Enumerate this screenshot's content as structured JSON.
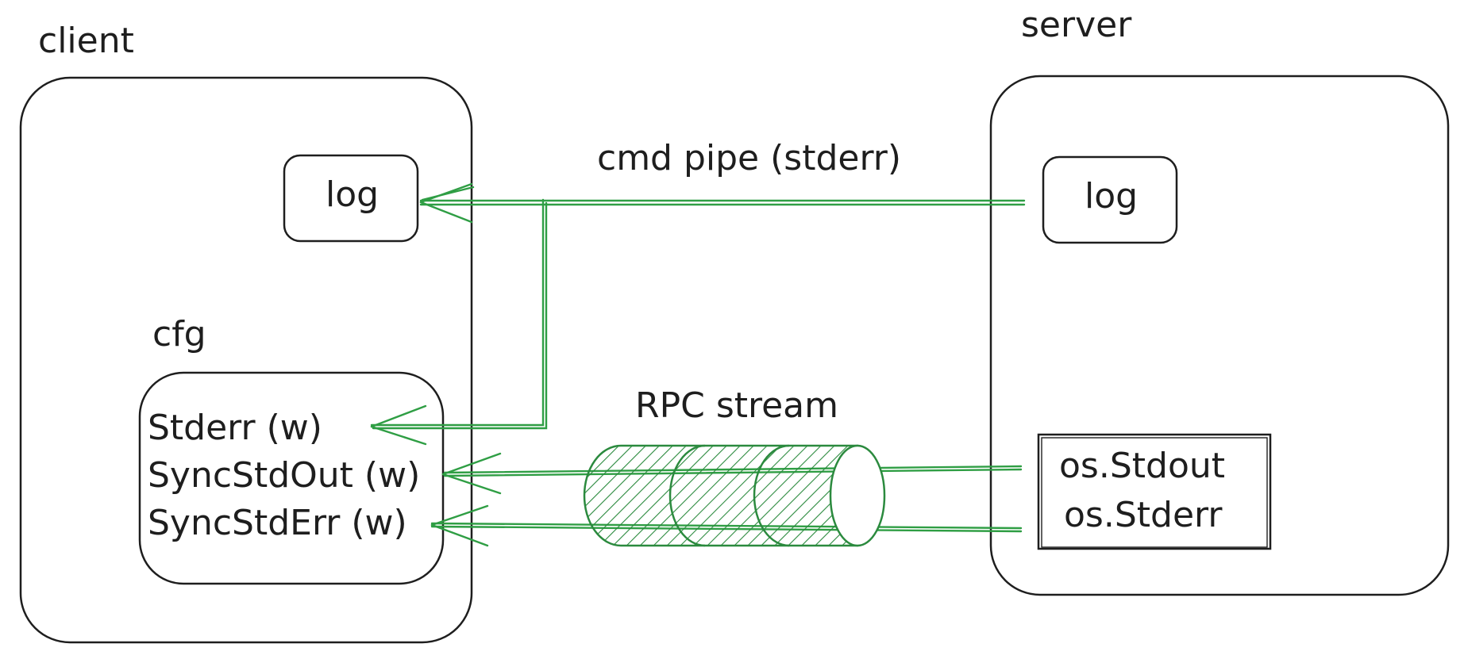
{
  "client": {
    "title": "client",
    "log": "log",
    "cfg": {
      "title": "cfg",
      "stderr_w": "Stderr (w)",
      "sync_stdout_w": "SyncStdOut (w)",
      "sync_stderr_w": "SyncStdErr (w)"
    }
  },
  "server": {
    "title": "server",
    "log": "log",
    "os_stdout": "os.Stdout",
    "os_stderr": "os.Stderr"
  },
  "edges": {
    "cmd_pipe": "cmd pipe (stderr)",
    "rpc_stream": "RPC stream"
  },
  "colors": {
    "stroke": "#1e1e1e",
    "connector": "#2f9e44",
    "stream_fill": "#2b8a3e"
  }
}
